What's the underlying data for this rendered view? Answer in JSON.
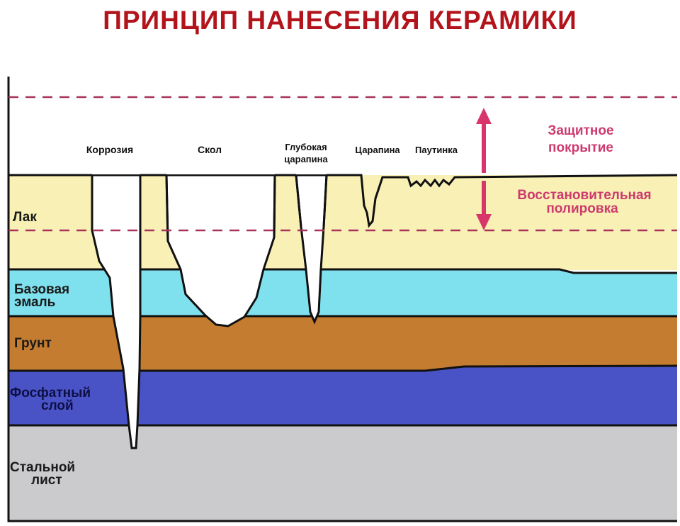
{
  "title": "ПРИНЦИП НАНЕСЕНИЯ КЕРАМИКИ",
  "defects": {
    "corrosion": "Коррозия",
    "chip": "Скол",
    "deep_scratch_1": "Глубокая",
    "deep_scratch_2": "царапина",
    "scratch": "Царапина",
    "swirl": "Паутинка"
  },
  "layers": {
    "lacquer": "Лак",
    "base_enamel_1": "Базовая",
    "base_enamel_2": "эмаль",
    "primer": "Грунт",
    "phosphate_1": "Фосфатный",
    "phosphate_2": "слой",
    "steel_1": "Стальной",
    "steel_2": "лист"
  },
  "annotations": {
    "protective_1": "Защитное",
    "protective_2": "покрытие",
    "polishing_1": "Восстановительная",
    "polishing_2": "полировка"
  },
  "colors": {
    "title": "#b3141c",
    "lacquer": "#f8f0b4",
    "enamel": "#7fe0ee",
    "primer": "#c47d30",
    "phosphate": "#4a53c6",
    "steel": "#cbcacd",
    "accent": "#d8356b"
  }
}
